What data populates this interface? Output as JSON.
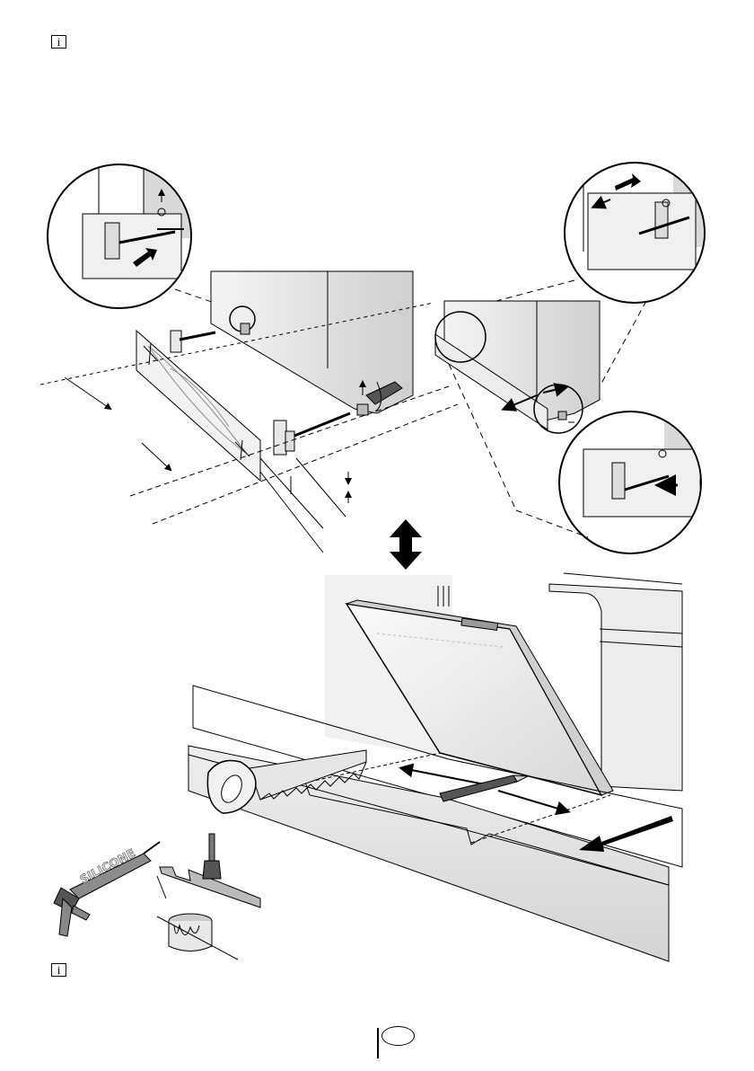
{
  "notes": {
    "info_symbol": "i"
  },
  "tools": {
    "silicone_label": "SILICONE"
  },
  "icons": [
    "info-icon",
    "arrow-icon",
    "double-arrow-icon",
    "saw-icon",
    "pencil-icon",
    "silicone-tube-icon",
    "brush-icon",
    "paint-can-icon",
    "language-badge"
  ],
  "colors": {
    "line": "#000000",
    "shade_light": "#e6e6e6",
    "shade_mid": "#c8c8c8",
    "shade_dark": "#8c8c8c"
  }
}
